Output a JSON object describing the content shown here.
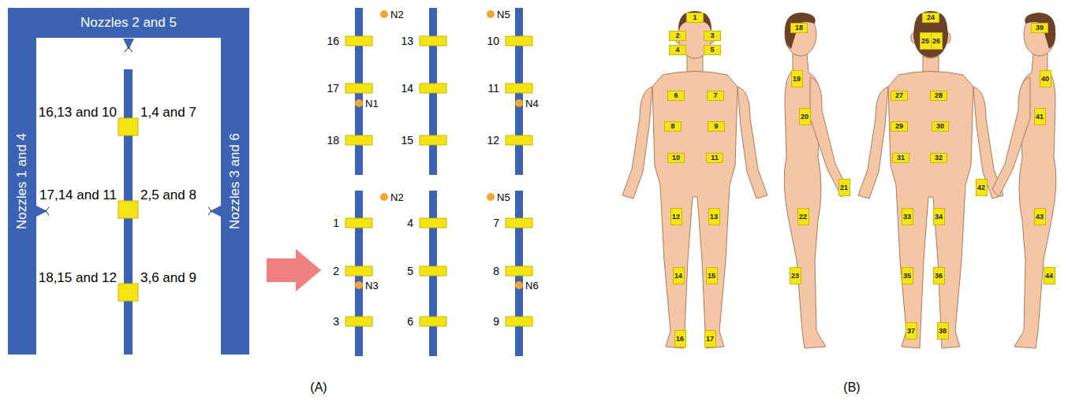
{
  "diagram": {
    "nodes": [
      {
        "text": [
          "Nozzles 2 and 5"
        ]
      },
      {
        "text": [
          "Nozzles 1 and 4"
        ]
      },
      {
        "text": [
          "Nozzles 3 and 6"
        ]
      },
      {
        "text": [
          "1"
        ]
      },
      {
        "text": [
          "2"
        ]
      },
      {
        "text": [
          "3"
        ]
      },
      {
        "text": [
          "4"
        ]
      },
      {
        "text": [
          "5"
        ]
      },
      {
        "text": [
          "6"
        ]
      },
      {
        "text": [
          "7"
        ]
      },
      {
        "text": [
          "8"
        ]
      },
      {
        "text": [
          "9"
        ]
      },
      {
        "text": [
          "10"
        ]
      },
      {
        "text": [
          "11"
        ]
      },
      {
        "text": [
          "12"
        ]
      },
      {
        "text": [
          "13"
        ]
      },
      {
        "text": [
          "14"
        ]
      },
      {
        "text": [
          "15"
        ]
      },
      {
        "text": [
          "16"
        ]
      },
      {
        "text": [
          "17"
        ]
      },
      {
        "text": [
          "18"
        ]
      },
      {
        "text": [
          "19"
        ]
      },
      {
        "text": [
          "20"
        ]
      },
      {
        "text": [
          "21"
        ]
      },
      {
        "text": [
          "22"
        ]
      },
      {
        "text": [
          "23"
        ]
      },
      {
        "text": [
          "24"
        ]
      },
      {
        "text": [
          "25"
        ]
      },
      {
        "text": [
          "26"
        ]
      },
      {
        "text": [
          "27"
        ]
      },
      {
        "text": [
          "28"
        ]
      },
      {
        "text": [
          "29"
        ]
      },
      {
        "text": [
          "30"
        ]
      },
      {
        "text": [
          "31"
        ]
      },
      {
        "text": [
          "32"
        ]
      },
      {
        "text": [
          "33"
        ]
      },
      {
        "text": [
          "34"
        ]
      },
      {
        "text": [
          "35"
        ]
      },
      {
        "text": [
          "36"
        ]
      },
      {
        "text": [
          "37"
        ]
      },
      {
        "text": [
          "38"
        ]
      },
      {
        "text": [
          "39"
        ]
      },
      {
        "text": [
          "40"
        ]
      },
      {
        "text": [
          "41"
        ]
      },
      {
        "text": [
          "42"
        ]
      },
      {
        "text": [
          "43"
        ]
      },
      {
        "text": [
          "44"
        ]
      }
    ],
    "labels": [
      "16,13 and 10",
      "1,4 and 7",
      "17,14 and 11",
      "2,5 and 8",
      "18,15 and 12",
      "3,6 and 9",
      "N2",
      "N5",
      "16",
      "13",
      "10",
      "17",
      "14",
      "11",
      "N1",
      "N4",
      "18",
      "15",
      "12",
      "N2",
      "N5",
      "1",
      "4",
      "7",
      "2",
      "5",
      "8",
      "N3",
      "N6",
      "3",
      "6",
      "9",
      "(A)",
      "(B)"
    ]
  }
}
